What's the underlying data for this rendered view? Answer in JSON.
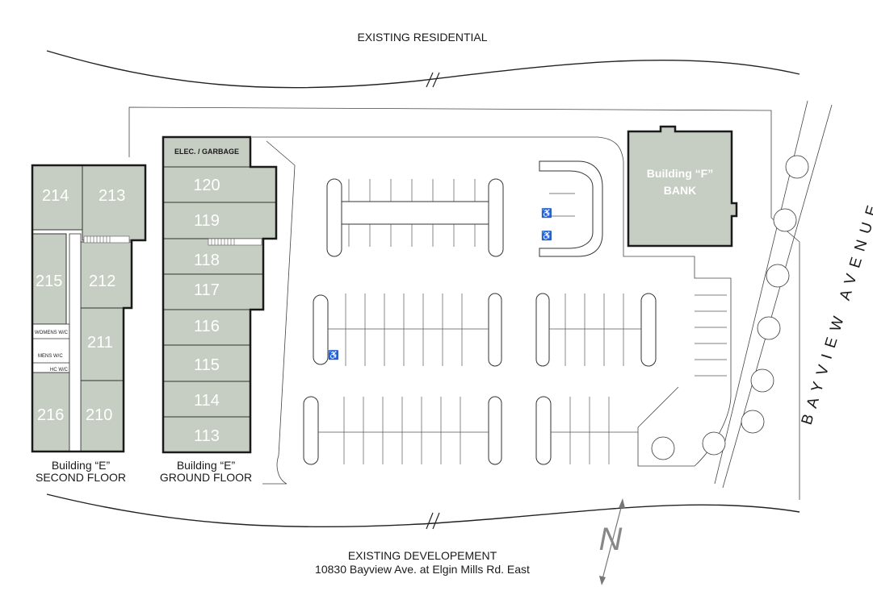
{
  "labels": {
    "north": "EXISTING RESIDENTIAL",
    "south": "EXISTING DEVELOPEMENT",
    "address": "10830 Bayview Ave. at Elgin Mills Rd. East",
    "street": "BAYVIEW AVENUE",
    "north_arrow": "N"
  },
  "building_e_second": {
    "caption_line1": "Building “E”",
    "caption_line2": "SECOND FLOOR",
    "units": [
      "214",
      "213",
      "215",
      "212",
      "211",
      "216",
      "210"
    ],
    "rooms": [
      "WOMENS W/C",
      "MENS W/C",
      "HC W/C"
    ]
  },
  "building_e_ground": {
    "caption_line1": "Building “E”",
    "caption_line2": "GROUND FLOOR",
    "utility": "ELEC. / GARBAGE",
    "units": [
      "120",
      "119",
      "118",
      "117",
      "116",
      "115",
      "114",
      "113"
    ]
  },
  "building_f": {
    "name": "Building “F”",
    "use": "BANK"
  },
  "colors": {
    "unit_fill": "#c6cdc3",
    "unit_text": "#ffffff",
    "lines": "#1a1a1a"
  }
}
